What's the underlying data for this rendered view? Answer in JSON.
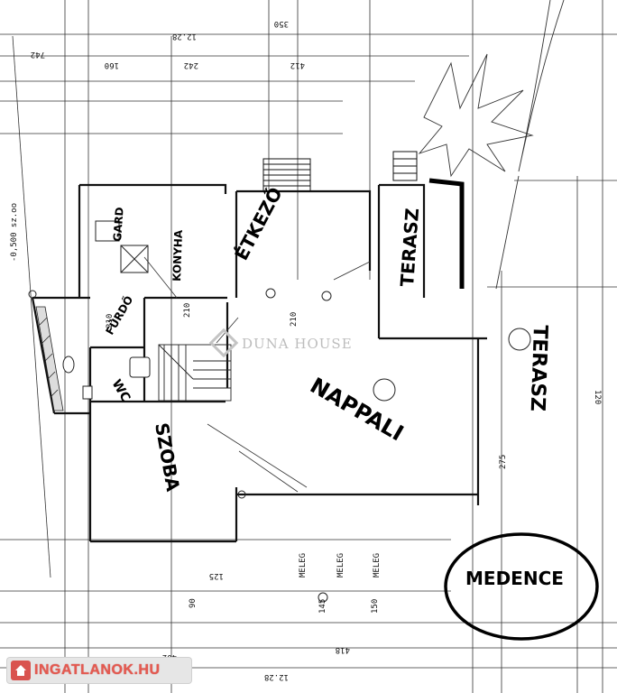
{
  "watermark": {
    "brand": "DUNA HOUSE"
  },
  "badge": {
    "text": "INGATLANOK.HU"
  },
  "rooms": {
    "etkezo": "ÉTKEZŐ",
    "terasz_top": "TERASZ",
    "terasz_right": "TERASZ",
    "nappali": "NAPPALI",
    "szoba": "SZOBA",
    "gard": "GARD",
    "konyha": "KONYHA",
    "wc": "WC",
    "furdo": "FÜRDŐ",
    "medence": "MEDENCE"
  },
  "dimensions": {
    "top_total": "12.28",
    "bottom_total": "12.28",
    "d_742": "742",
    "d_412": "412",
    "d_242": "242",
    "d_160": "160",
    "d_350": "350",
    "d_210a": "210",
    "d_210b": "210",
    "d_210c": "210",
    "d_90": "90",
    "d_150": "150",
    "d_125": "125",
    "d_145": "145",
    "d_120": "120",
    "d_275": "275",
    "d_418": "418",
    "d_402": "402",
    "level": "-0,500 sz.oo",
    "meleg_1": "MELEG",
    "meleg_2": "MELEG",
    "meleg_3": "MELEG"
  }
}
